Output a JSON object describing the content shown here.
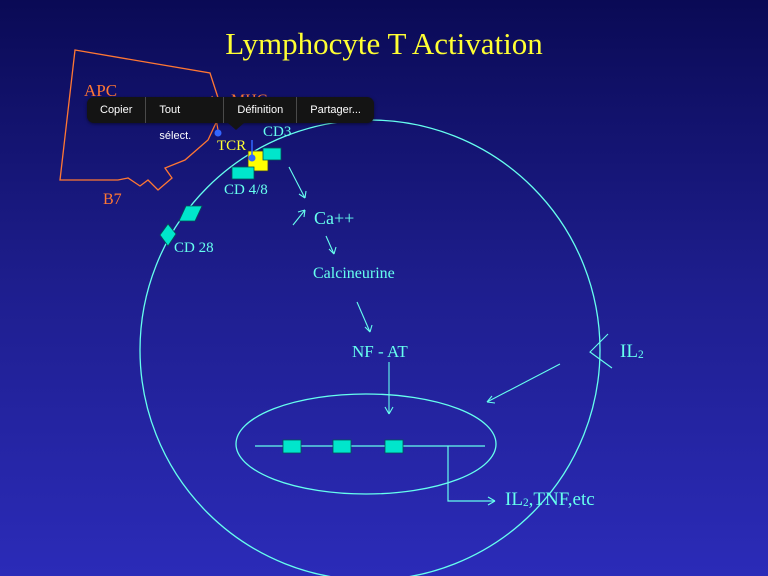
{
  "title": "Lymphocyte T Activation",
  "labels": {
    "apc": "APC",
    "mhc": "MHC",
    "tcr": "TCR",
    "cd3": "CD3",
    "cd48": "CD 4/8",
    "b7": "B7",
    "cd28": "CD 28",
    "ca": "Ca++",
    "calcineurine": "Calcineurine",
    "nfat": "NF - AT",
    "il2_main": "IL",
    "il2_sub": "2",
    "out_main": "IL",
    "out_sub": "2",
    "out_rest": ",TNF,etc"
  },
  "context_menu": {
    "items": [
      "Copier",
      "Tout sélect.",
      "Définition",
      "Partager..."
    ]
  },
  "colors": {
    "title": "#ffff33",
    "cyan": "#66ffee",
    "orange": "#ff7733",
    "yellow": "#ffff33",
    "receptor": "#00e6cc",
    "marker": "#3366ff"
  }
}
